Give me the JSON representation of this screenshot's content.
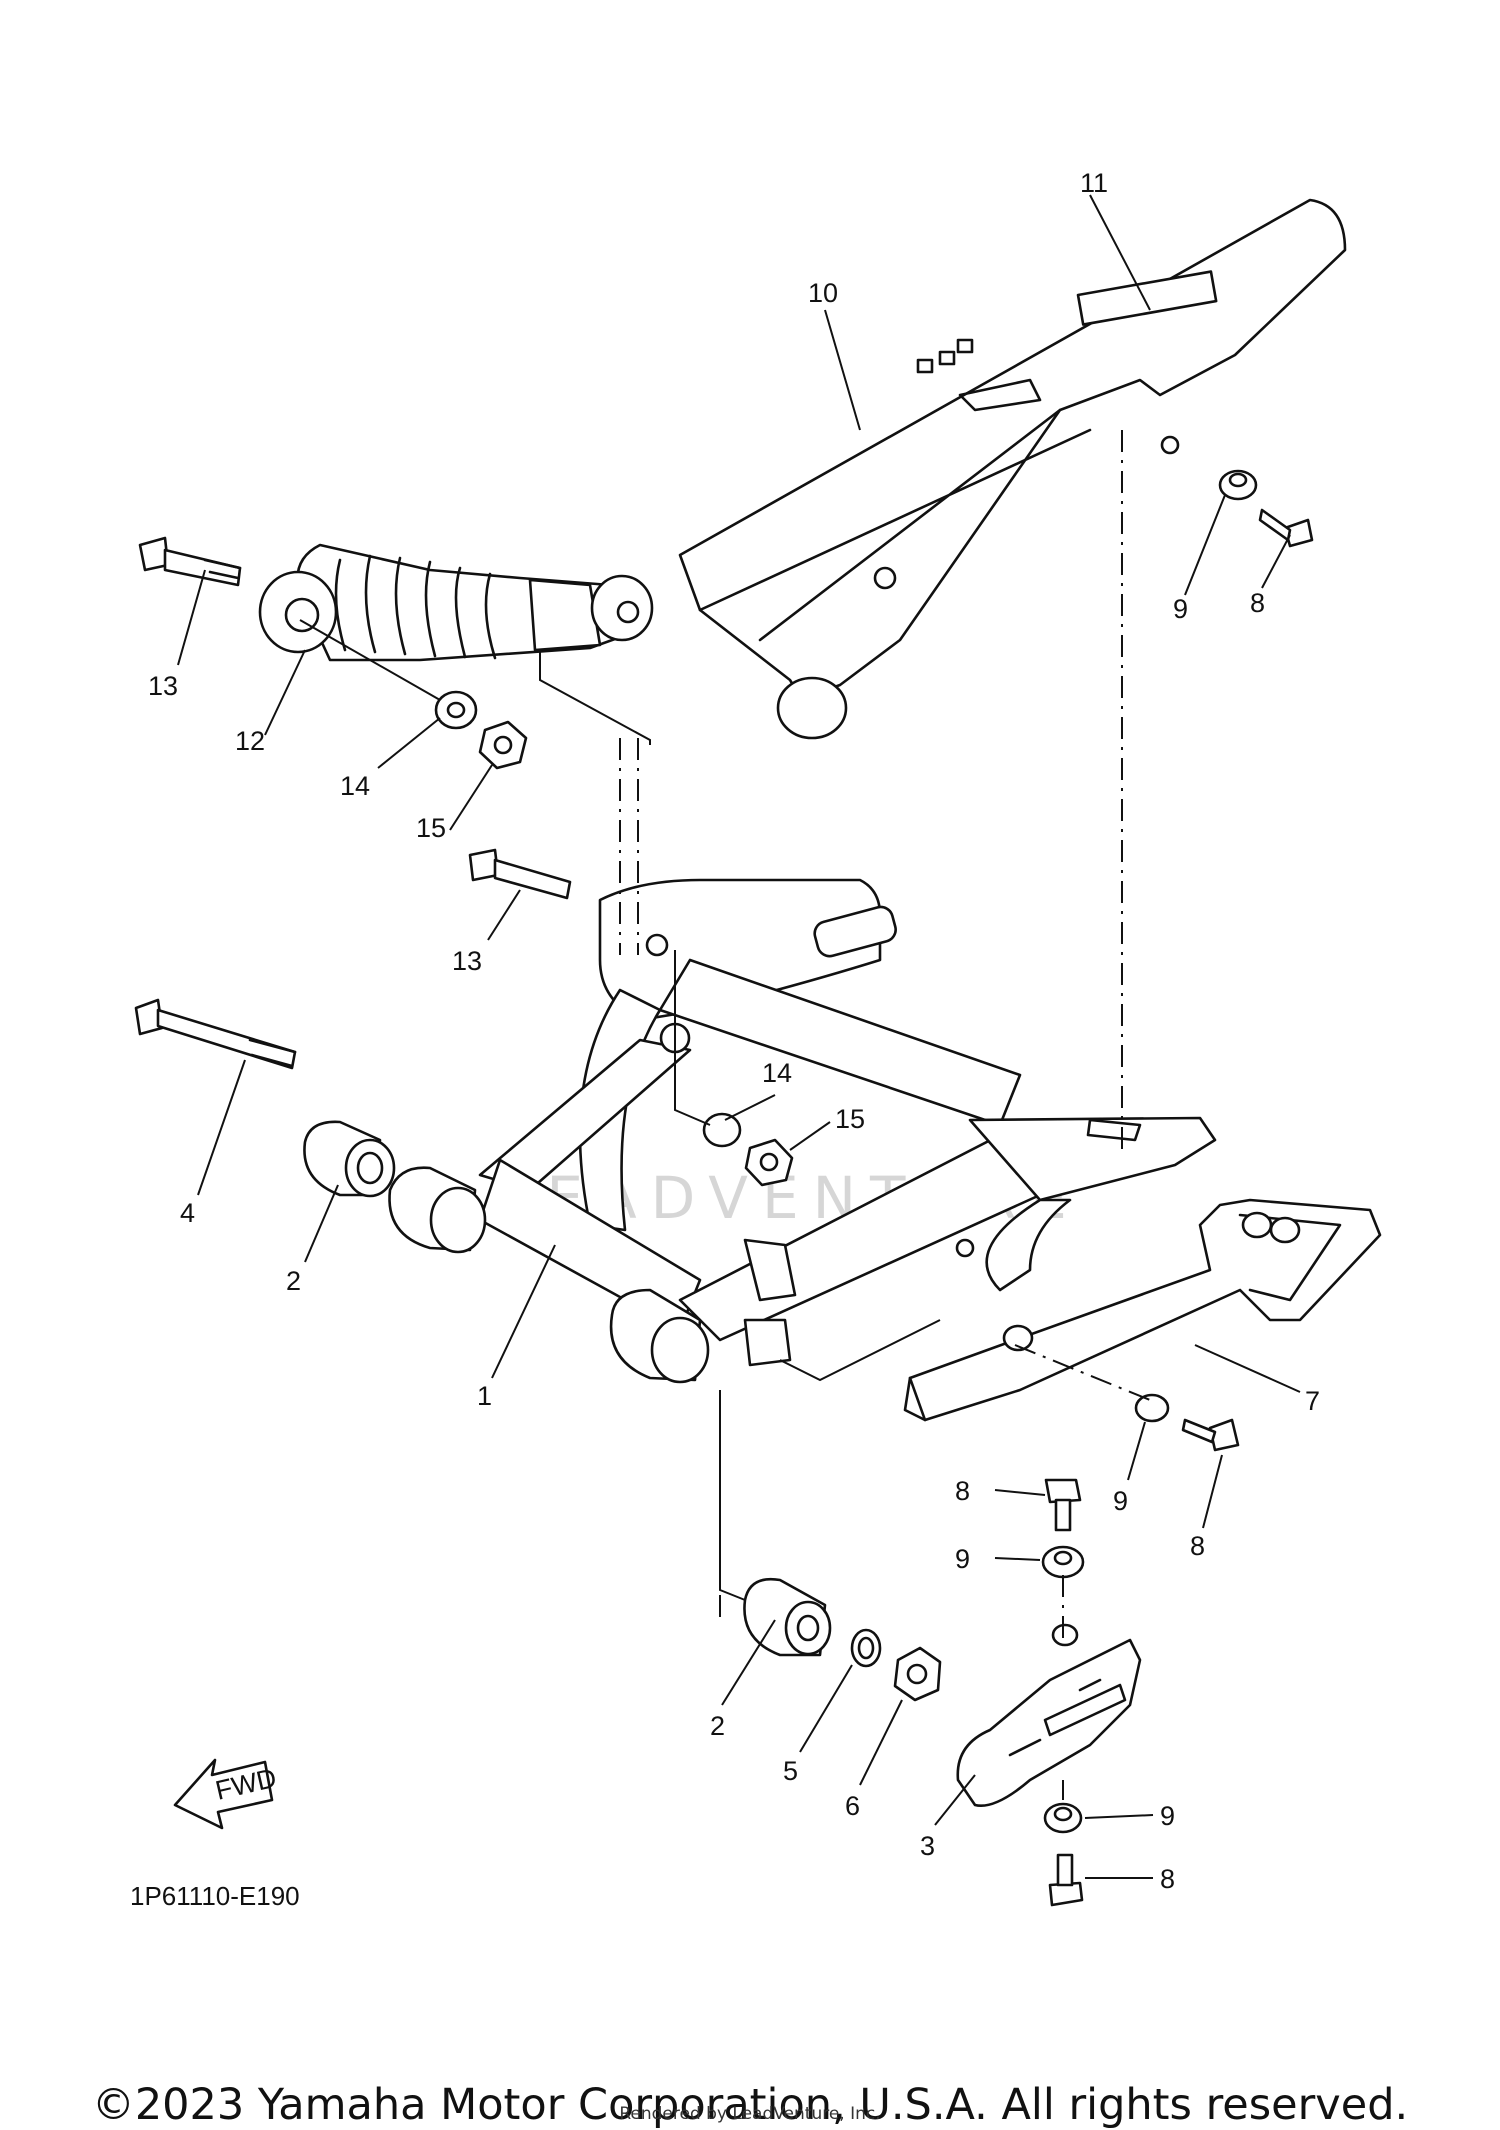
{
  "diagram": {
    "callouts": [
      "1",
      "2",
      "2",
      "3",
      "4",
      "5",
      "6",
      "7",
      "8",
      "8",
      "8",
      "8",
      "9",
      "9",
      "9",
      "9",
      "10",
      "11",
      "12",
      "13",
      "13",
      "14",
      "14",
      "15",
      "15"
    ],
    "fwd_label": "FWD",
    "drawing_code": "1P61110-E190",
    "watermark": "LEADVENTURE"
  },
  "footer": {
    "copyright": "©2023 Yamaha Motor Corporation, U.S.A. All rights reserved.",
    "rendered_by": "Rendered by LeadVenture, Inc."
  }
}
